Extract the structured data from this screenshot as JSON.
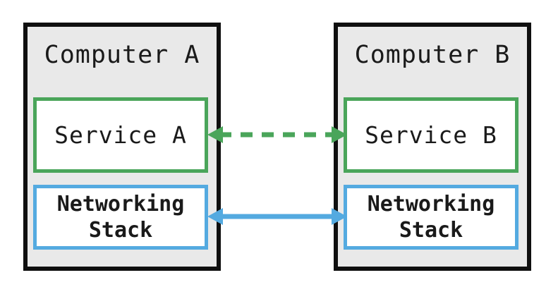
{
  "colors": {
    "computer_fill": "#e9e9e9",
    "computer_border": "#0f0f0f",
    "service_border": "#4aa55a",
    "network_border": "#54aae0",
    "text": "#1a1a1a",
    "page_bg": "#ffffff"
  },
  "computers": [
    {
      "title": "Computer A",
      "service_label": "Service A",
      "networking_label_line1": "Networking",
      "networking_label_line2": "Stack"
    },
    {
      "title": "Computer B",
      "service_label": "Service B",
      "networking_label_line1": "Networking",
      "networking_label_line2": "Stack"
    }
  ],
  "connections": {
    "service_link": {
      "style": "dashed",
      "color": "#4aa55a",
      "bidirectional": true,
      "connects": "Service A - Service B"
    },
    "network_link": {
      "style": "solid",
      "color": "#54aae0",
      "bidirectional": true,
      "connects": "Networking Stack - Networking Stack"
    }
  }
}
